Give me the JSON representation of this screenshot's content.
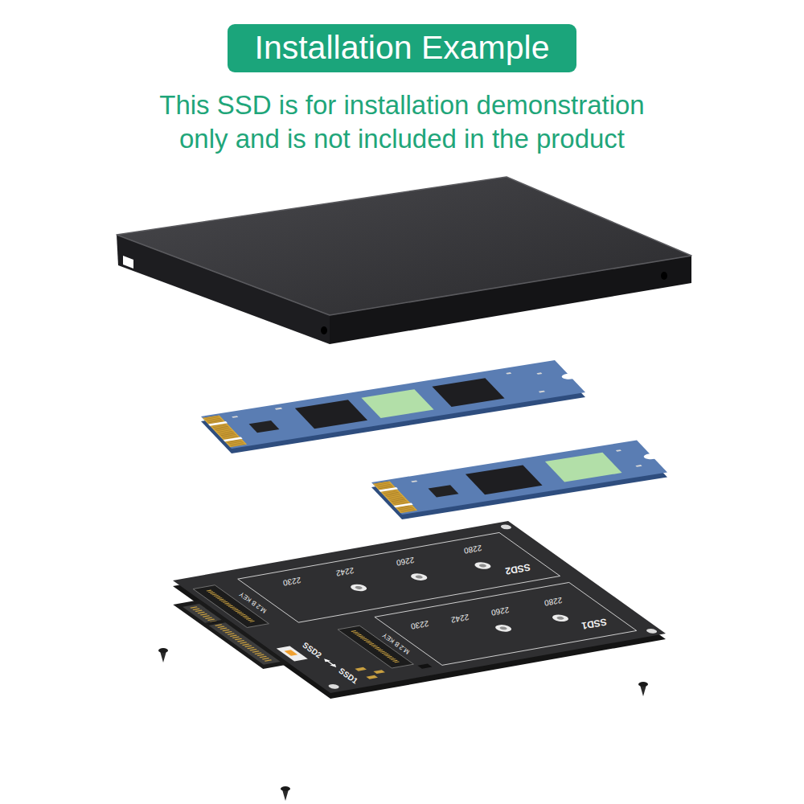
{
  "diagram": {
    "nodes": [
      {
        "text": [
          "Installation Example"
        ]
      }
    ],
    "labels": [
      "This SSD is for installation demonstration only and is not included in the product",
      "SSD2",
      "2280",
      "2260",
      "2242",
      "2230",
      "SSD1",
      "2280",
      "2260",
      "2242",
      "2230",
      "M.2 B KEY",
      "M.2 B KEY",
      "SSD2",
      "SSD1"
    ]
  }
}
